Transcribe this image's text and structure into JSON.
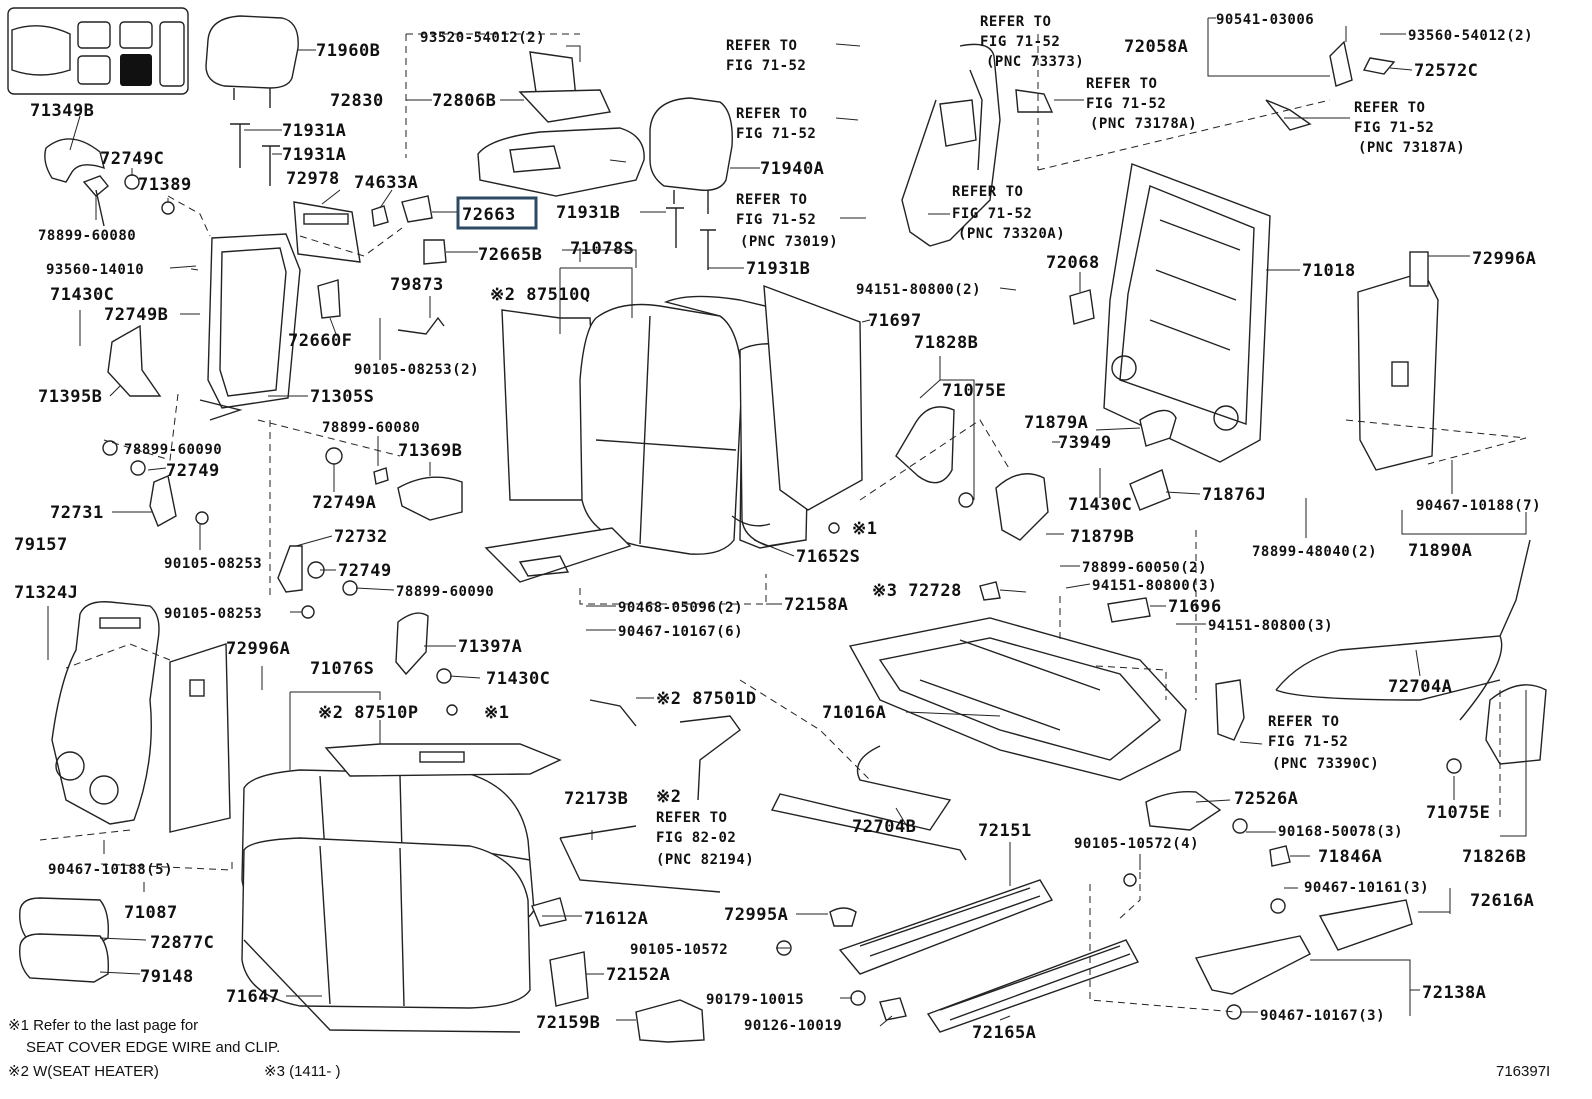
{
  "notes": {
    "n1a": "※1 Refer to the last page for",
    "n1b": "SEAT COVER EDGE WIRE and CLIP.",
    "n2": "※2 W(SEAT HEATER)",
    "n3": "※3 (1411-    )",
    "fig": "716397I"
  },
  "labels": [
    {
      "id": "l1",
      "text": "71960B"
    },
    {
      "id": "l2",
      "text": "93520-54012(2)"
    },
    {
      "id": "l3",
      "text": "72830"
    },
    {
      "id": "l4",
      "text": "72806B"
    },
    {
      "id": "l5",
      "text": "71349B"
    },
    {
      "id": "l6",
      "text": "71931A"
    },
    {
      "id": "l7",
      "text": "71931A"
    },
    {
      "id": "l8",
      "text": "72749C"
    },
    {
      "id": "l9",
      "text": "71389"
    },
    {
      "id": "l10",
      "text": "72978"
    },
    {
      "id": "l11",
      "text": "74633A"
    },
    {
      "id": "l12",
      "text": "72663"
    },
    {
      "id": "l13",
      "text": "78899-60080"
    },
    {
      "id": "l14",
      "text": "93560-14010"
    },
    {
      "id": "l15",
      "text": "72665B"
    },
    {
      "id": "l16",
      "text": "71430C"
    },
    {
      "id": "l17",
      "text": "79873"
    },
    {
      "id": "l18",
      "text": "72749B"
    },
    {
      "id": "l19",
      "text": "72660F"
    },
    {
      "id": "l20",
      "text": "90105-08253(2)"
    },
    {
      "id": "l21",
      "text": "71395B"
    },
    {
      "id": "l22",
      "text": "71305S"
    },
    {
      "id": "l23",
      "text": "78899-60080"
    },
    {
      "id": "l24",
      "text": "78899-60090"
    },
    {
      "id": "l25",
      "text": "71369B"
    },
    {
      "id": "l26",
      "text": "72749"
    },
    {
      "id": "l27",
      "text": "72731"
    },
    {
      "id": "l28",
      "text": "72749A"
    },
    {
      "id": "l29",
      "text": "90105-08253"
    },
    {
      "id": "l30",
      "text": "72732"
    },
    {
      "id": "l31",
      "text": "79157"
    },
    {
      "id": "l32",
      "text": "72749"
    },
    {
      "id": "l33",
      "text": "78899-60090"
    },
    {
      "id": "l34",
      "text": "71324J"
    },
    {
      "id": "l35",
      "text": "90105-08253"
    },
    {
      "id": "l36",
      "text": "71397A"
    },
    {
      "id": "l37",
      "text": "72996A"
    },
    {
      "id": "l38",
      "text": "71430C"
    },
    {
      "id": "l39",
      "text": "71076S"
    },
    {
      "id": "l40",
      "text": "※2 87510P"
    },
    {
      "id": "l41",
      "text": "※1"
    },
    {
      "id": "l42",
      "text": "90467-10188(5)"
    },
    {
      "id": "l43",
      "text": "71087"
    },
    {
      "id": "l44",
      "text": "72877C"
    },
    {
      "id": "l45",
      "text": "79148"
    },
    {
      "id": "l46",
      "text": "71647"
    },
    {
      "id": "l47",
      "text": "71612A"
    },
    {
      "id": "l48",
      "text": "72152A"
    },
    {
      "id": "l49",
      "text": "72159B"
    },
    {
      "id": "l50",
      "text": "72173B"
    },
    {
      "id": "l51",
      "text": "※2"
    },
    {
      "id": "l52",
      "text": "REFER TO"
    },
    {
      "id": "l53",
      "text": "FIG 82-02"
    },
    {
      "id": "l54",
      "text": "(PNC 82194)"
    },
    {
      "id": "l55",
      "text": "※2 87501D"
    },
    {
      "id": "l56",
      "text": "90468-05096(2)"
    },
    {
      "id": "l57",
      "text": "72158A"
    },
    {
      "id": "l58",
      "text": "90467-10167(6)"
    },
    {
      "id": "l59",
      "text": "※2 87510Q"
    },
    {
      "id": "l60",
      "text": "71078S"
    },
    {
      "id": "l61",
      "text": "71931B"
    },
    {
      "id": "l62",
      "text": "71940A"
    },
    {
      "id": "l63",
      "text": "71931B"
    },
    {
      "id": "l64",
      "text": "71697"
    },
    {
      "id": "l65",
      "text": "71652S"
    },
    {
      "id": "l66",
      "text": "※1"
    },
    {
      "id": "l67",
      "text": "REFER TO"
    },
    {
      "id": "l68",
      "text": "FIG 71-52"
    },
    {
      "id": "l69",
      "text": "REFER TO"
    },
    {
      "id": "l70",
      "text": "FIG 71-52"
    },
    {
      "id": "l71",
      "text": "REFER TO"
    },
    {
      "id": "l72",
      "text": "FIG 71-52"
    },
    {
      "id": "l73",
      "text": "(PNC 73019)"
    },
    {
      "id": "l74",
      "text": "REFER TO"
    },
    {
      "id": "l75",
      "text": "FIG 71-52"
    },
    {
      "id": "l76",
      "text": "(PNC 73373)"
    },
    {
      "id": "l77",
      "text": "REFER TO"
    },
    {
      "id": "l78",
      "text": "FIG 71-52"
    },
    {
      "id": "l79",
      "text": "(PNC 73178A)"
    },
    {
      "id": "l80",
      "text": "REFER TO"
    },
    {
      "id": "l81",
      "text": "FIG 71-52"
    },
    {
      "id": "l82",
      "text": "(PNC 73320A)"
    },
    {
      "id": "l83",
      "text": "72058A"
    },
    {
      "id": "l84",
      "text": "90541-03006"
    },
    {
      "id": "l85",
      "text": "93560-54012(2)"
    },
    {
      "id": "l86",
      "text": "72572C"
    },
    {
      "id": "l87",
      "text": "REFER TO"
    },
    {
      "id": "l88",
      "text": "FIG 71-52"
    },
    {
      "id": "l89",
      "text": "(PNC 73187A)"
    },
    {
      "id": "l90",
      "text": "94151-80800(2)"
    },
    {
      "id": "l91",
      "text": "72068"
    },
    {
      "id": "l92",
      "text": "71018"
    },
    {
      "id": "l93",
      "text": "72996A"
    },
    {
      "id": "l94",
      "text": "71828B"
    },
    {
      "id": "l95",
      "text": "71075E"
    },
    {
      "id": "l96",
      "text": "71879A"
    },
    {
      "id": "l97",
      "text": "73949"
    },
    {
      "id": "l98",
      "text": "71430C"
    },
    {
      "id": "l99",
      "text": "71876J"
    },
    {
      "id": "l100",
      "text": "71879B"
    },
    {
      "id": "l101",
      "text": "78899-48040(2)"
    },
    {
      "id": "l102",
      "text": "90467-10188(7)"
    },
    {
      "id": "l103",
      "text": "71890A"
    },
    {
      "id": "l104",
      "text": "78899-60050(2)"
    },
    {
      "id": "l105",
      "text": "※3 72728"
    },
    {
      "id": "l106",
      "text": "94151-80800(3)"
    },
    {
      "id": "l107",
      "text": "71696"
    },
    {
      "id": "l108",
      "text": "94151-80800(3)"
    },
    {
      "id": "l109",
      "text": "72704A"
    },
    {
      "id": "l110",
      "text": "71016A"
    },
    {
      "id": "l111",
      "text": "REFER TO"
    },
    {
      "id": "l112",
      "text": "FIG 71-52"
    },
    {
      "id": "l113",
      "text": "(PNC 73390C)"
    },
    {
      "id": "l114",
      "text": "71075E"
    },
    {
      "id": "l115",
      "text": "72526A"
    },
    {
      "id": "l116",
      "text": "72704B"
    },
    {
      "id": "l117",
      "text": "90168-50078(3)"
    },
    {
      "id": "l118",
      "text": "72151"
    },
    {
      "id": "l119",
      "text": "90105-10572(4)"
    },
    {
      "id": "l120",
      "text": "71846A"
    },
    {
      "id": "l121",
      "text": "71826B"
    },
    {
      "id": "l122",
      "text": "90467-10161(3)"
    },
    {
      "id": "l123",
      "text": "72616A"
    },
    {
      "id": "l124",
      "text": "72995A"
    },
    {
      "id": "l125",
      "text": "90105-10572"
    },
    {
      "id": "l126",
      "text": "72138A"
    },
    {
      "id": "l127",
      "text": "90179-10015"
    },
    {
      "id": "l128",
      "text": "90126-10019"
    },
    {
      "id": "l129",
      "text": "72165A"
    },
    {
      "id": "l130",
      "text": "90467-10167(3)"
    }
  ]
}
